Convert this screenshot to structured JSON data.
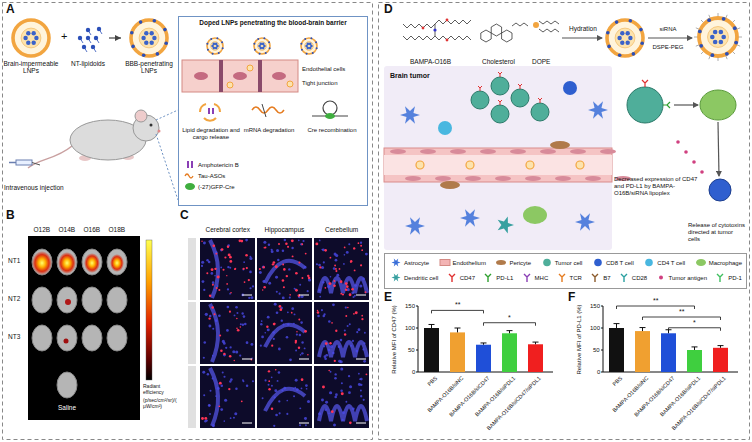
{
  "diagram": {
    "nodes": [
      {
        "text": [
          "Brain-impermeable LNPs"
        ]
      },
      {
        "text": [
          "NT-lipidoids"
        ]
      },
      {
        "text": [
          "BBB-penetrating LNPs"
        ]
      },
      {
        "text": [
          "Doped LNPs penetrating the blood-brain barrier"
        ]
      }
    ],
    "edges": [
      {
        "from": 1,
        "to": 2,
        "arrow": "to"
      }
    ],
    "labels": [
      "A",
      "+",
      "Intravenous injection",
      "Endothelial cells",
      "Tight junction",
      "Lipid degradation and cargo release",
      "mRNA degradation",
      "Cre recombination",
      "B",
      "O12B",
      "O14B",
      "O16B",
      "O18B",
      "NT1",
      "NT2",
      "NT3",
      "Saline",
      "Radiant efficiency",
      "(p/sec/cm²/sr)/(μW/cm²)",
      "C",
      "Cerebral cortex",
      "Hippocampus",
      "Cerebellum",
      "D",
      "BAMPA-O16B",
      "Cholesterol",
      "DOPE",
      "Hydration",
      "siRNA",
      "DSPE-PEG",
      "Brain tumor",
      "Decreased expression of CD47 and PD-L1 by BAMPA-O16B/siRNA lipoplex",
      "Release of cytotoxins directed at tumor cells",
      "E",
      "Relative MFI of CD47 (%)",
      "0",
      "50",
      "100",
      "150",
      "PBS",
      "BAMPA-O16B/siNC",
      "BAMPA-O16B/siCD47",
      "BAMPA-O16B/siPDL1",
      "BAMPA-O16B/siCD47/siPDL1",
      "**",
      "*",
      "F",
      "Relative MFI of PD-L1 (%)",
      "0",
      "50",
      "100",
      "150",
      "PBS",
      "BAMPA-O16B/siNC",
      "BAMPA-O16B/siCD47",
      "BAMPA-O16B/siPDL1",
      "BAMPA-O16B/siCD47/siPDL1",
      "**",
      "**",
      "*"
    ],
    "legend": [
      {
        "text": "Amphotericin B"
      },
      {
        "text": "Tau-ASOs"
      },
      {
        "text": "(-27)GFP-Cre"
      },
      {
        "text": "Astrocyte"
      },
      {
        "text": "Endothelium"
      },
      {
        "text": "Pericyte"
      },
      {
        "text": "Tumor cell"
      },
      {
        "text": "CD8 T cell"
      },
      {
        "text": "CD4 T cell"
      },
      {
        "text": "Macrophage"
      },
      {
        "text": "Dendritic cell"
      },
      {
        "text": "CD47"
      },
      {
        "text": "PD-L1"
      },
      {
        "text": "MHC"
      },
      {
        "text": "TCR"
      },
      {
        "text": "B7"
      },
      {
        "text": "CD28"
      },
      {
        "text": "Tumor antigen"
      },
      {
        "text": "PD-1"
      }
    ]
  }
}
